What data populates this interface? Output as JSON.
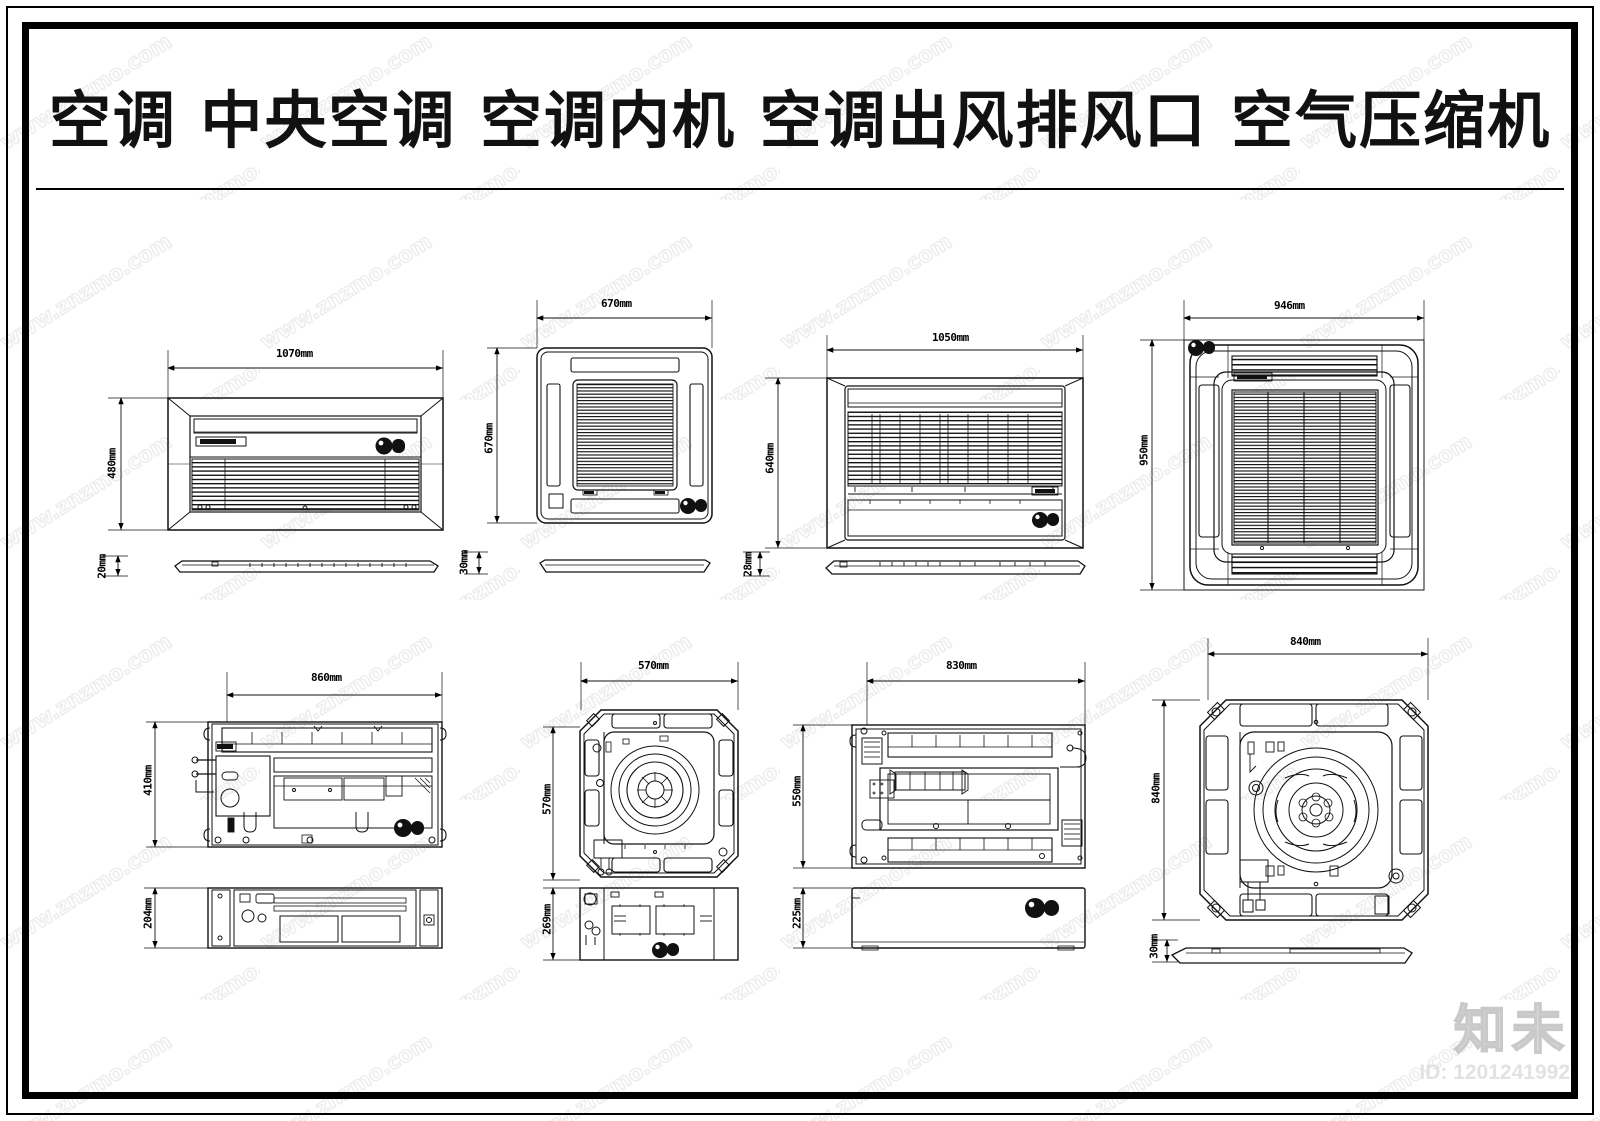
{
  "sheet": {
    "title": "空调 中央空调 空调内机 空调出风排风口 空气压缩机",
    "watermark_text": "www.znzmo.com",
    "frame_color": "#000000",
    "background_color": "#ffffff"
  },
  "brand": {
    "mark": "知未",
    "id_label": "ID: 1201241992"
  },
  "units": [
    {
      "key": "unit-1",
      "name": "ceiling-suspended-front-panel",
      "row": "top",
      "col": 1,
      "width_label": "1070mm",
      "height_label": "480mm",
      "thickness_label": "20mm",
      "plan_w_mm": 1070,
      "plan_h_mm": 480,
      "side_h_mm": 20
    },
    {
      "key": "unit-2",
      "name": "cassette-4way-small-panel",
      "row": "top",
      "col": 2,
      "width_label": "670mm",
      "height_label": "670mm",
      "thickness_label": "30mm",
      "plan_w_mm": 670,
      "plan_h_mm": 670,
      "side_h_mm": 30
    },
    {
      "key": "unit-3",
      "name": "ceiling-suspended-wide-panel",
      "row": "top",
      "col": 3,
      "width_label": "1050mm",
      "height_label": "640mm",
      "thickness_label": "28mm",
      "plan_w_mm": 1050,
      "plan_h_mm": 640,
      "side_h_mm": 28
    },
    {
      "key": "unit-4",
      "name": "cassette-4way-large-panel",
      "row": "top",
      "col": 4,
      "width_label": "946mm",
      "height_label": "950mm",
      "thickness_label": "",
      "plan_w_mm": 946,
      "plan_h_mm": 950,
      "side_h_mm": 0
    },
    {
      "key": "unit-5",
      "name": "ducted-indoor-body",
      "row": "bottom",
      "col": 1,
      "width_label": "860mm",
      "height_label": "410mm",
      "thickness_label": "204mm",
      "plan_w_mm": 860,
      "plan_h_mm": 410,
      "side_h_mm": 204
    },
    {
      "key": "unit-6",
      "name": "cassette-body-small",
      "row": "bottom",
      "col": 2,
      "width_label": "570mm",
      "height_label": "570mm",
      "thickness_label": "269mm",
      "plan_w_mm": 570,
      "plan_h_mm": 570,
      "side_h_mm": 269
    },
    {
      "key": "unit-7",
      "name": "ducted-indoor-body-wide",
      "row": "bottom",
      "col": 3,
      "width_label": "830mm",
      "height_label": "550mm",
      "thickness_label": "225mm",
      "plan_w_mm": 830,
      "plan_h_mm": 550,
      "side_h_mm": 225
    },
    {
      "key": "unit-8",
      "name": "cassette-body-large",
      "row": "bottom",
      "col": 4,
      "width_label": "840mm",
      "height_label": "840mm",
      "thickness_label": "30mm",
      "plan_w_mm": 840,
      "plan_h_mm": 840,
      "side_h_mm": 30
    }
  ],
  "dimension_text": {
    "u1_w": "1070mm",
    "u1_h": "480mm",
    "u1_t": "20mm",
    "u2_w": "670mm",
    "u2_h": "670mm",
    "u2_t": "30mm",
    "u3_w": "1050mm",
    "u3_h": "640mm",
    "u3_t": "28mm",
    "u4_w": "946mm",
    "u4_h": "950mm",
    "u5_w": "860mm",
    "u5_h": "410mm",
    "u5_t": "204mm",
    "u6_w": "570mm",
    "u6_h": "570mm",
    "u6_t": "269mm",
    "u7_w": "830mm",
    "u7_h": "550mm",
    "u7_t": "225mm",
    "u8_w": "840mm",
    "u8_h": "840mm",
    "u8_t": "30mm"
  }
}
